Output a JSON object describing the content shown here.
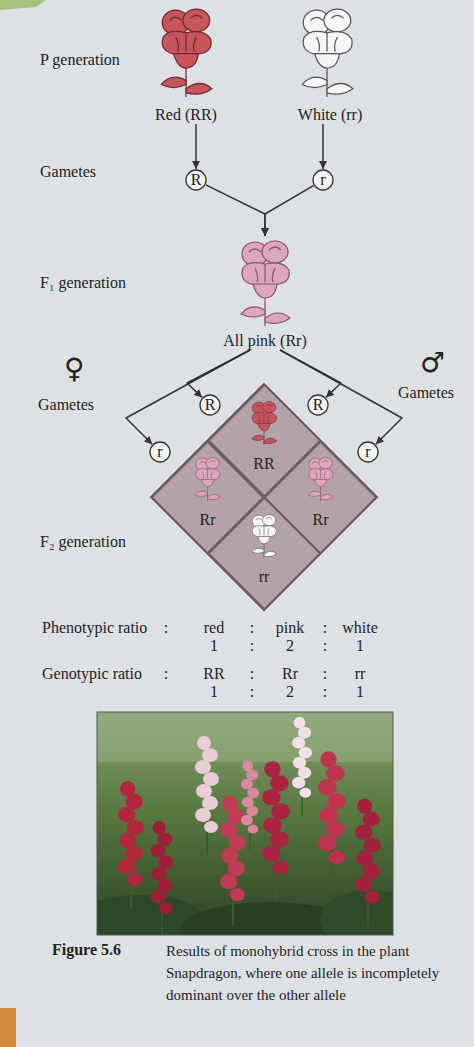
{
  "diagram": {
    "caption": "Results of monohybrid cross in the plant Snapdragon, where one allele is incompletely dominant over the other allele",
    "nodes": [
      {
        "text": [
          "Red (RR)"
        ]
      },
      {
        "text": [
          "White (rr)"
        ]
      },
      {
        "text": [
          "R"
        ]
      },
      {
        "text": [
          "r"
        ]
      },
      {
        "text": [
          "All pink (Rr)"
        ]
      },
      {
        "text": [
          "R"
        ]
      },
      {
        "text": [
          "R"
        ]
      },
      {
        "text": [
          "r"
        ]
      },
      {
        "text": [
          "r"
        ]
      },
      {
        "text": [
          "RR"
        ]
      },
      {
        "text": [
          "Rr"
        ]
      },
      {
        "text": [
          "Rr"
        ]
      },
      {
        "text": [
          "rr"
        ]
      }
    ],
    "edges": [
      {
        "from": 0,
        "to": 2,
        "arrow": "to"
      },
      {
        "from": 1,
        "to": 3,
        "arrow": "to"
      },
      {
        "from": 2,
        "to": 4,
        "arrow": "to"
      },
      {
        "from": 3,
        "to": 4,
        "arrow": "to"
      },
      {
        "from": 4,
        "to": 5,
        "arrow": "to"
      },
      {
        "from": 4,
        "to": 7,
        "arrow": "to"
      },
      {
        "from": 4,
        "to": 6,
        "arrow": "to"
      },
      {
        "from": 4,
        "to": 8,
        "arrow": "to"
      }
    ],
    "labels": [
      "P generation",
      "Gametes",
      "F₁ generation",
      "♀",
      "Gametes",
      "♂",
      "Gametes",
      "F₂ generation",
      "Phenotypic ratio",
      ":",
      "red",
      ":",
      "pink",
      ":",
      "white",
      "1",
      ":",
      "2",
      ":",
      "1",
      "Genotypic ratio",
      ":",
      "RR",
      ":",
      "Rr",
      ":",
      "rr",
      "1",
      ":",
      "2",
      ":",
      "1",
      "Figure 5.6"
    ]
  }
}
